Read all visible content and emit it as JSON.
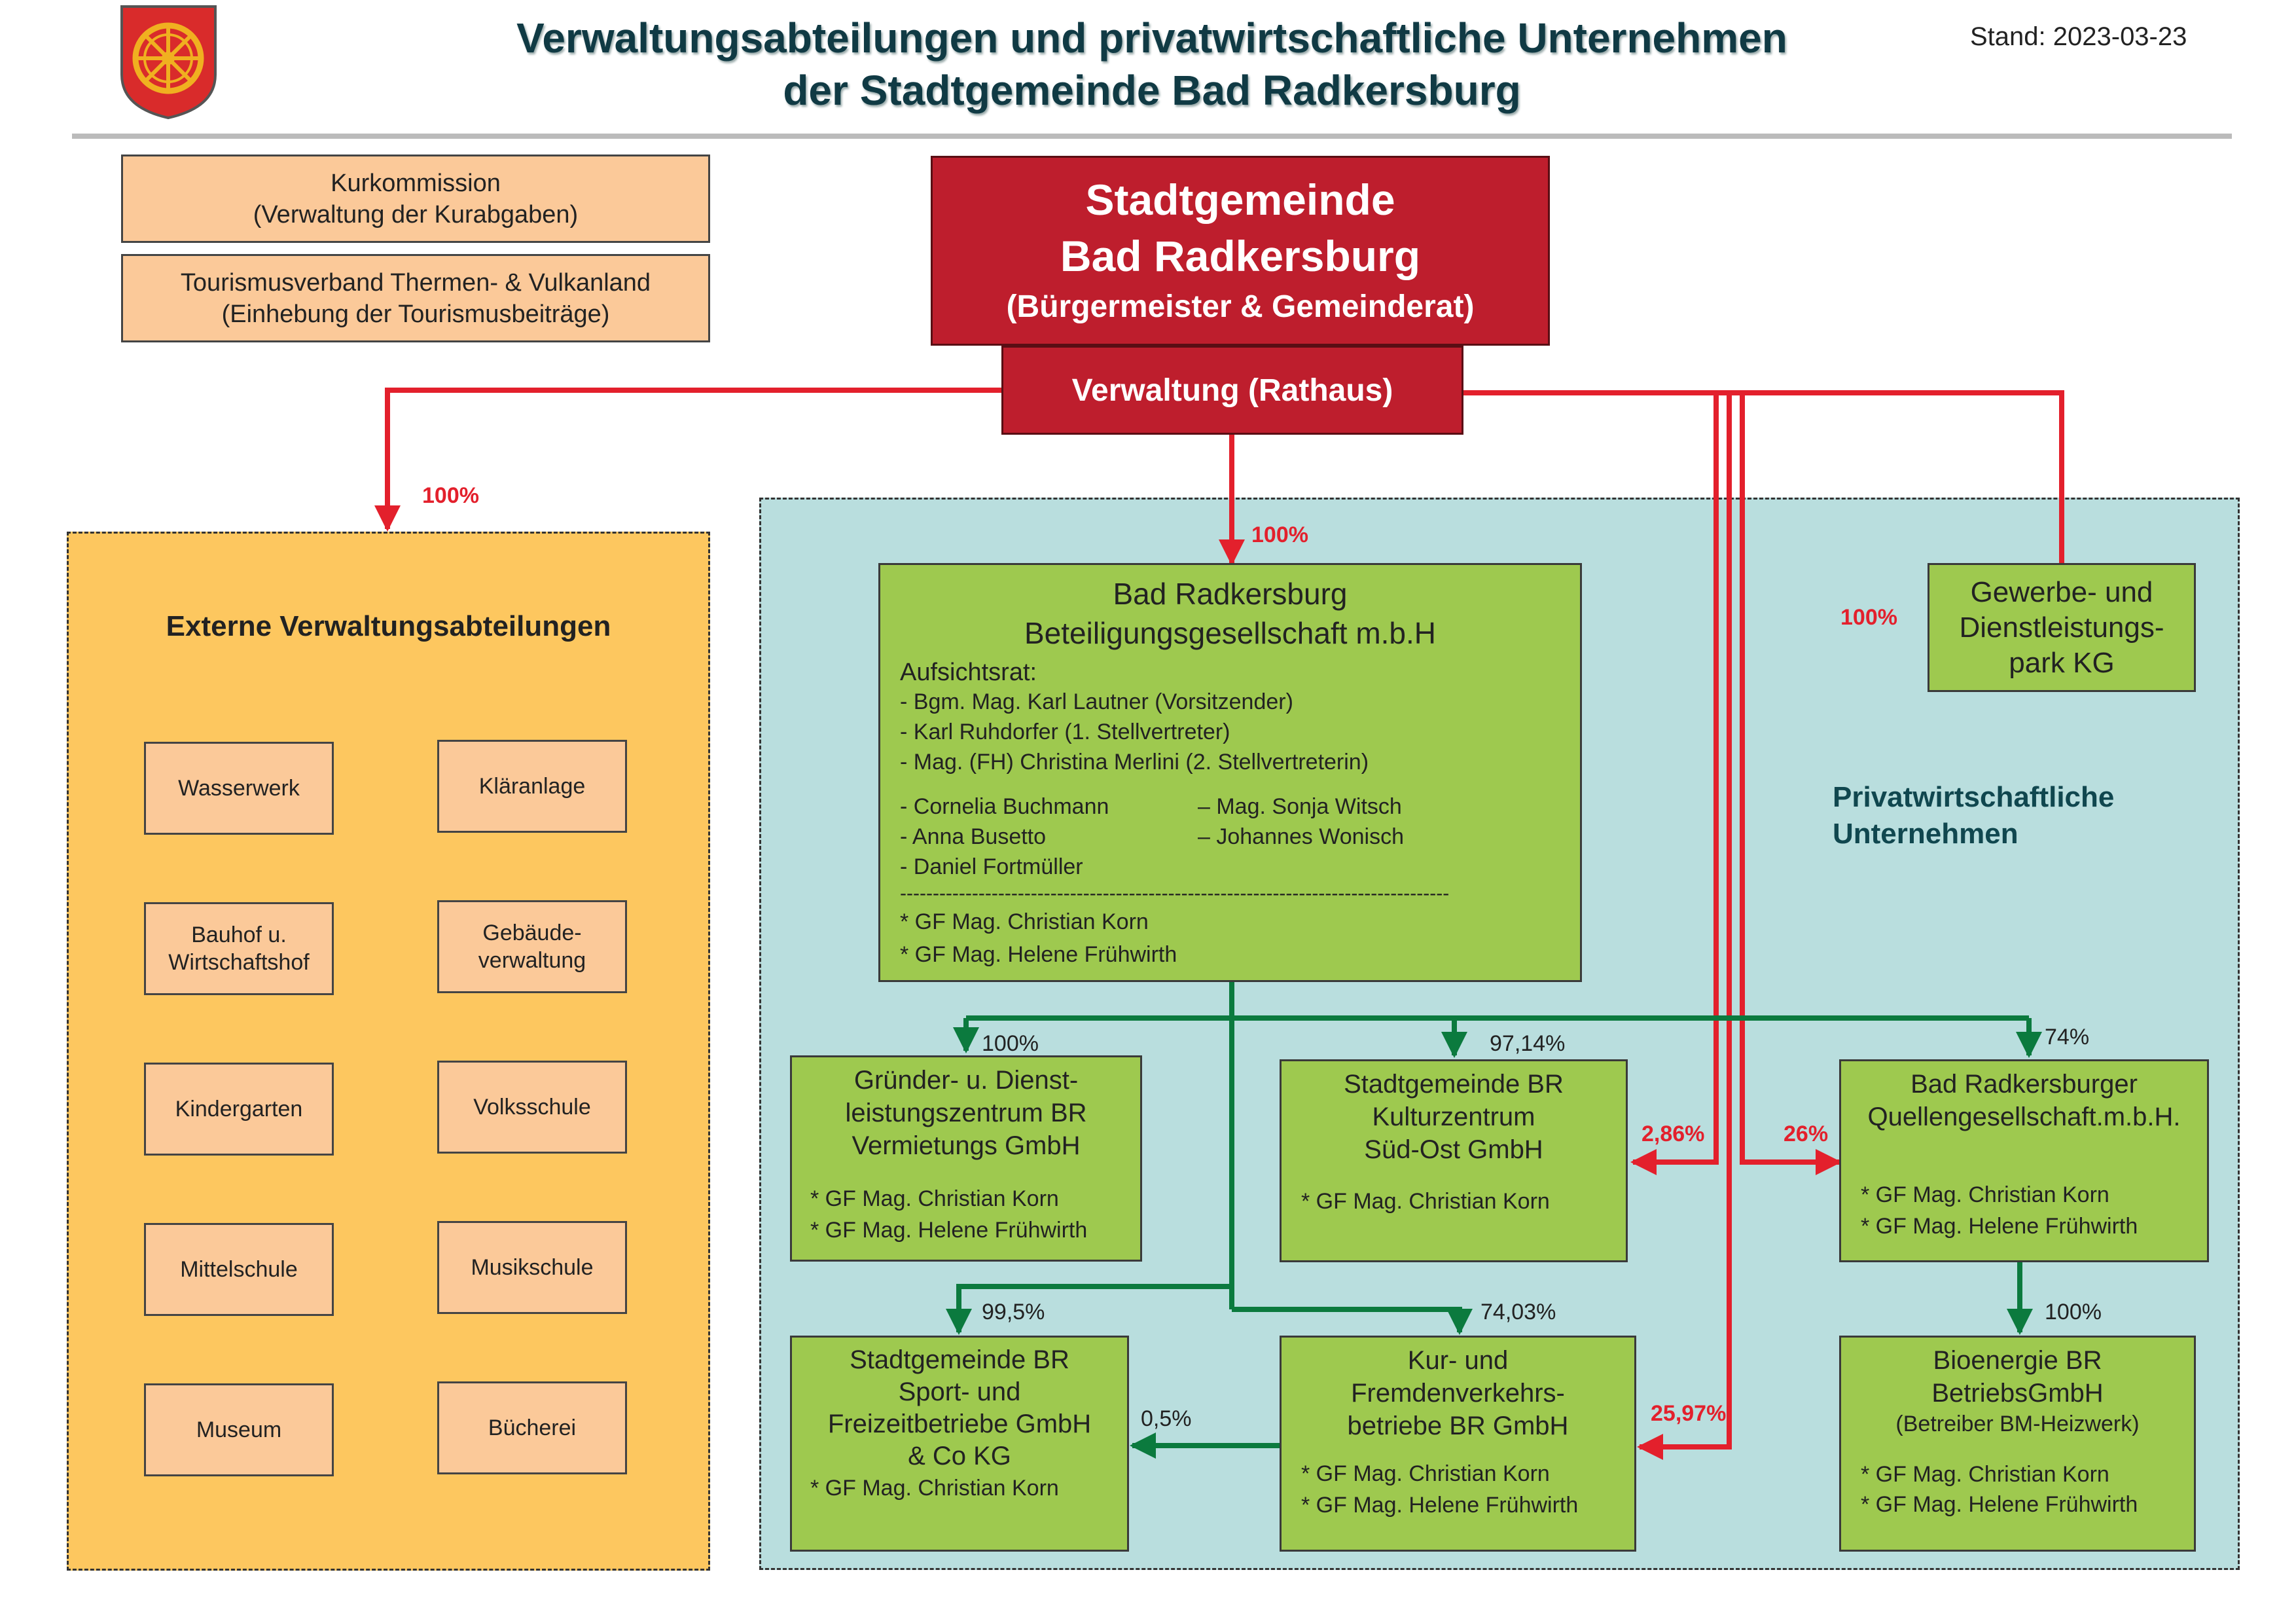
{
  "header": {
    "title_line1": "Verwaltungsabteilungen und privatwirtschaftliche Unternehmen",
    "title_line2": "der Stadtgemeinde Bad Radkersburg",
    "stand": "Stand: 2023-03-23"
  },
  "top_left_boxes": [
    {
      "line1": "Kurkommission",
      "line2": "(Verwaltung der  Kurabgaben)"
    },
    {
      "line1": "Tourismusverband Thermen- & Vulkanland",
      "line2": "(Einhebung der Tourismusbeiträge)"
    }
  ],
  "stadtgemeinde": {
    "line1": "Stadtgemeinde",
    "line2": "Bad Radkersburg",
    "line3": "(Bürgermeister & Gemeinderat)",
    "verwaltung": "Verwaltung (Rathaus)"
  },
  "external": {
    "title": "Externe Verwaltungsabteilungen",
    "share": "100%",
    "departments": [
      [
        "Wasserwerk"
      ],
      [
        "Kläranlage"
      ],
      [
        "Bauhof u.",
        "Wirtschaftshof"
      ],
      [
        "Gebäude-",
        "verwaltung"
      ],
      [
        "Kindergarten"
      ],
      [
        "Volksschule"
      ],
      [
        "Mittelschule"
      ],
      [
        "Musikschule"
      ],
      [
        "Museum"
      ],
      [
        "Bücherei"
      ]
    ]
  },
  "private": {
    "title_line1": "Privatwirtschaftliche",
    "title_line2": "Unternehmen"
  },
  "beteiligung": {
    "share": "100%",
    "name1": "Bad Radkersburg",
    "name2": "Beteiligungsgesellschaft m.b.H",
    "aufsichtsrat": "Aufsichtsrat:",
    "members": [
      "- Bgm. Mag. Karl Lautner (Vorsitzender)",
      "- Karl Ruhdorfer (1. Stellvertreter)",
      "- Mag. (FH) Christina Merlini (2. Stellvertreterin)"
    ],
    "members_left": [
      "- Cornelia Buchmann",
      "- Anna Busetto",
      "- Daniel Fortmüller"
    ],
    "members_right": [
      "– Mag. Sonja Witsch",
      "– Johannes Wonisch"
    ],
    "divider": "------------------------------------------------------------------------------------",
    "gf": [
      "* GF Mag. Christian Korn",
      "* GF Mag. Helene Frühwirth"
    ]
  },
  "gewerbe": {
    "share": "100%",
    "lines": [
      "Gewerbe- und",
      "Dienstleistungs-",
      "park KG"
    ]
  },
  "gruender": {
    "share": "100%",
    "lines": [
      "Gründer- u. Dienst-",
      "leistungszentrum BR",
      "Vermietungs GmbH"
    ],
    "gf": [
      "* GF Mag. Christian Korn",
      "* GF Mag. Helene Frühwirth"
    ]
  },
  "kulturzentrum": {
    "share": "97,14%",
    "share_direct": "2,86%",
    "lines": [
      "Stadtgemeinde BR",
      "Kulturzentrum",
      "Süd-Ost GmbH"
    ],
    "gf": [
      "* GF Mag. Christian Korn"
    ]
  },
  "quellen": {
    "share": "74%",
    "share_direct": "26%",
    "lines": [
      "Bad Radkersburger",
      "Quellengesellschaft.m.b.H."
    ],
    "gf": [
      "* GF Mag. Christian Korn",
      "* GF Mag. Helene Frühwirth"
    ]
  },
  "sport": {
    "share": "99,5%",
    "share_kur": "0,5%",
    "lines": [
      "Stadtgemeinde BR",
      "Sport- und",
      "Freizeitbetriebe GmbH",
      "& Co KG"
    ],
    "gf": [
      "* GF Mag. Christian Korn"
    ]
  },
  "kur": {
    "share": "74,03%",
    "share_direct": "25,97%",
    "lines": [
      "Kur- und",
      "Fremdenverkehrs-",
      "betriebe BR GmbH"
    ],
    "gf": [
      "* GF Mag. Christian Korn",
      "* GF Mag. Helene Frühwirth"
    ]
  },
  "bioenergie": {
    "share": "100%",
    "lines": [
      "Bioenergie BR",
      "BetriebsGmbH"
    ],
    "sub": "(Betreiber BM-Heizwerk)",
    "gf": [
      "* GF Mag. Christian Korn",
      "* GF Mag. Helene Frühwirth"
    ]
  },
  "colors": {
    "red": "#e3202c",
    "green": "#0b7a3e",
    "dark_red_box": "#be1e2d",
    "box_green": "#9ec94f",
    "box_peach": "#fbc999",
    "area_orange": "#fdc75f",
    "area_blue": "#b9dede"
  }
}
